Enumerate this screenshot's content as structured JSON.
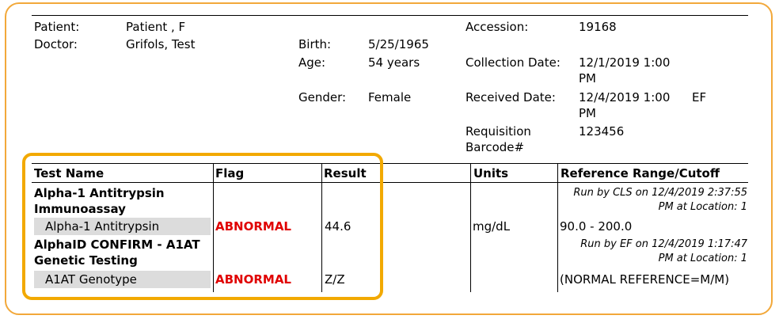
{
  "header": {
    "patient_label": "Patient:",
    "patient_value": "Patient , F",
    "doctor_label": "Doctor:",
    "doctor_value": "Grifols, Test",
    "birth_label": "Birth:",
    "birth_value": "5/25/1965",
    "age_label": "Age:",
    "age_value": "54 years",
    "gender_label": "Gender:",
    "gender_value": "Female",
    "accession_label": "Accession:",
    "accession_value": "19168",
    "collection_label": "Collection Date:",
    "collection_value_1": "12/1/2019 1:00",
    "collection_value_2": "PM",
    "received_label": "Received Date:",
    "received_value_1": "12/4/2019 1:00",
    "received_value_2": "PM",
    "received_by": "EF",
    "requisition_label_1": "Requisition",
    "requisition_label_2": "Barcode#",
    "requisition_value": "123456"
  },
  "table": {
    "columns": [
      "Test Name",
      "Flag",
      "Result",
      "Units",
      "Reference Range/Cutoff"
    ],
    "groups": [
      {
        "name_1": "Alpha-1 Antitrypsin",
        "name_2": "Immunoassay",
        "note_1": "Run by CLS on 12/4/2019 2:37:55",
        "note_2": "PM at Location: 1",
        "test": "Alpha-1 Antitrypsin",
        "flag": "ABNORMAL",
        "result": "44.6",
        "units": "mg/dL",
        "reference": "90.0 - 200.0"
      },
      {
        "name_1": "AlphaID CONFIRM - A1AT",
        "name_2": "Genetic Testing",
        "note_1": "Run by EF on 12/4/2019 1:17:47",
        "note_2": "PM at Location: 1",
        "test": "A1AT Genotype",
        "flag": "ABNORMAL",
        "result": "Z/Z",
        "units": "",
        "reference": "(NORMAL REFERENCE=M/M)"
      }
    ]
  }
}
